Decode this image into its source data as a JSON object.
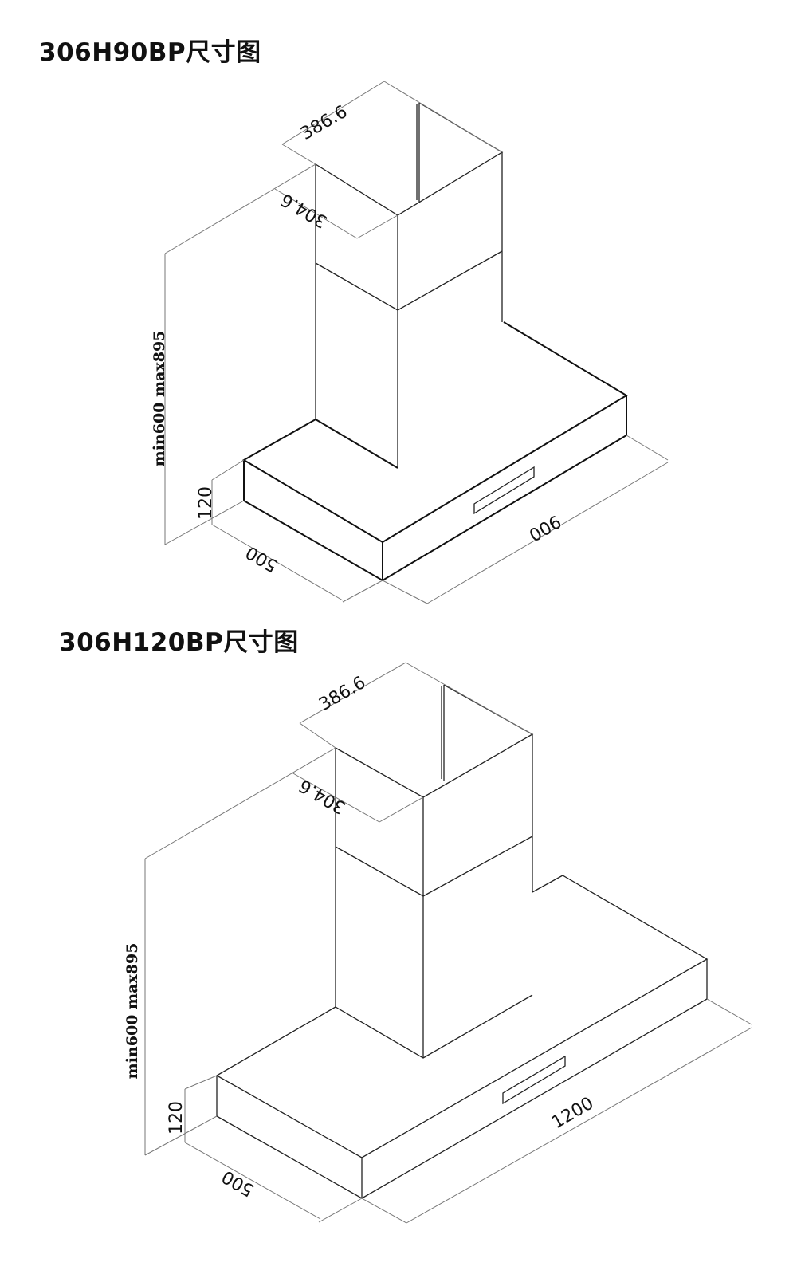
{
  "diagrams": [
    {
      "title": "306H90BP尺寸图",
      "dims": {
        "chimney_width": "386.6",
        "chimney_depth": "304.6",
        "height_range": "min600 max895",
        "hood_height": "120",
        "hood_depth": "500",
        "hood_width": "900"
      }
    },
    {
      "title": "306H120BP尺寸图",
      "dims": {
        "chimney_width": "386.6",
        "chimney_depth": "304.6",
        "height_range": "min600 max895",
        "hood_height": "120",
        "hood_depth": "500",
        "hood_width": "1200"
      }
    }
  ]
}
